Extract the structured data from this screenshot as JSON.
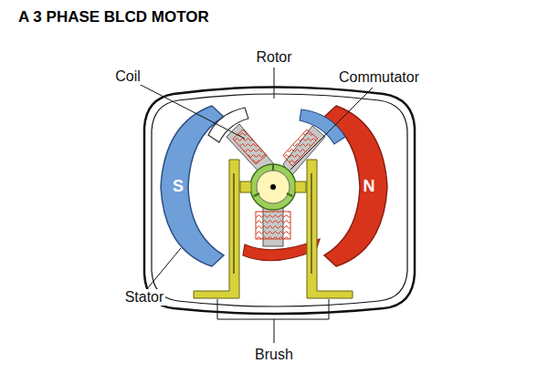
{
  "diagram": {
    "title": "A 3 PHASE BLCD MOTOR",
    "labels": [
      "Rotor",
      "Coil",
      "Commutator",
      "S",
      "N",
      "Stator",
      "Brush"
    ]
  }
}
